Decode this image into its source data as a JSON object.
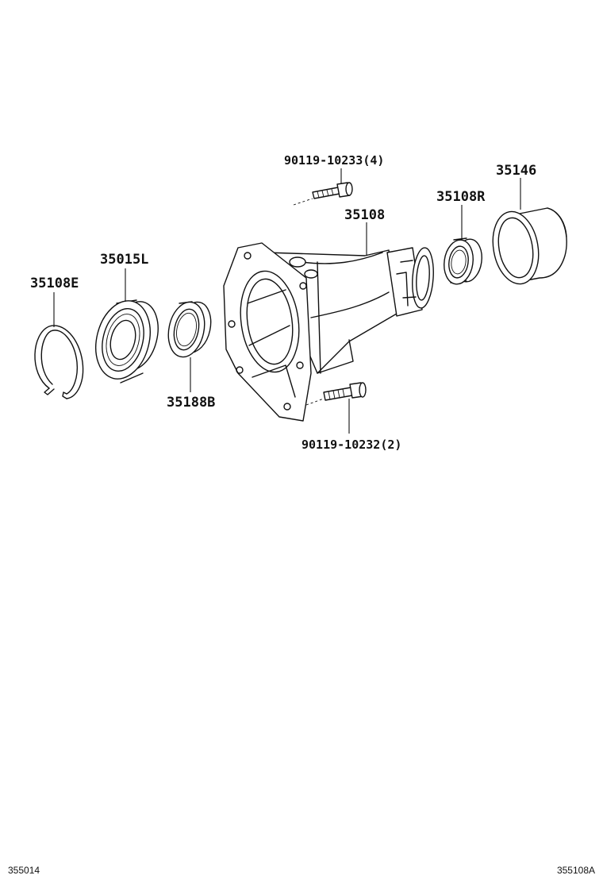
{
  "parts": {
    "bolt_upper": "90119-10233(4)",
    "cover_ring": "35146",
    "oil_seal_rear": "35108R",
    "extension_housing": "35108",
    "bearing": "35015L",
    "snap_ring": "35108E",
    "oil_seal_front": "35188B",
    "bolt_lower": "90119-10232(2)"
  },
  "footer": {
    "left_code": "355014",
    "right_code": "355108A"
  }
}
